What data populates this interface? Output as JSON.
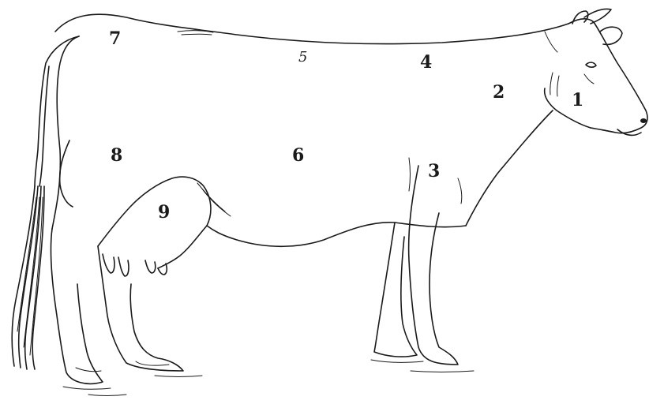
{
  "diagram": {
    "subject": "cow-outline-with-numbered-regions",
    "ink_color": "#1a1a1a",
    "background_color": "#ffffff",
    "labels": [
      {
        "id": "1",
        "text": "1"
      },
      {
        "id": "2",
        "text": "2"
      },
      {
        "id": "3",
        "text": "3"
      },
      {
        "id": "4",
        "text": "4"
      },
      {
        "id": "5",
        "text": "5"
      },
      {
        "id": "6",
        "text": "6"
      },
      {
        "id": "7",
        "text": "7"
      },
      {
        "id": "8",
        "text": "8"
      },
      {
        "id": "9",
        "text": "9"
      }
    ]
  }
}
